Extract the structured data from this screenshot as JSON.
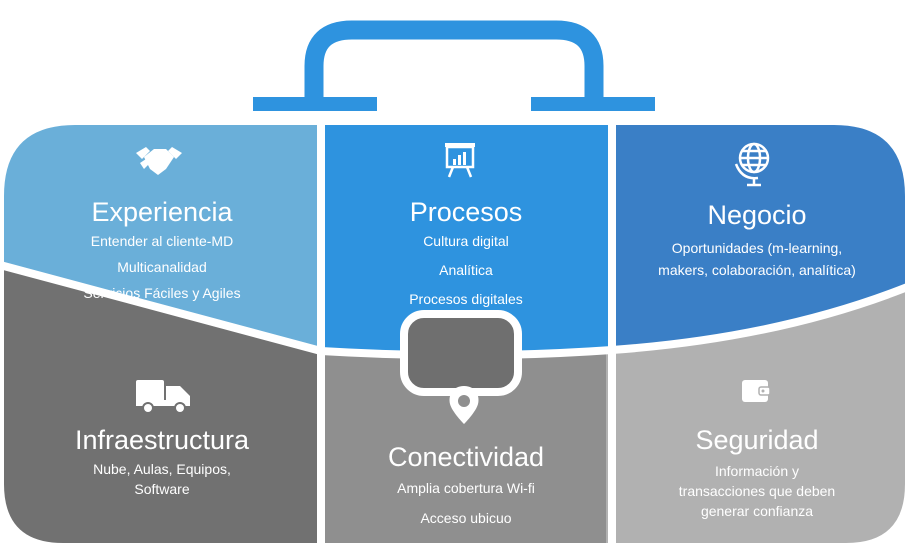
{
  "colors": {
    "experiencia": "#6aafd9",
    "procesos": "#2e93df",
    "negocio": "#3a7fc6",
    "infraestructura": "#717171",
    "conectividad": "#8f8f8f",
    "seguridad": "#b1b1b1",
    "handle": "#2e93df",
    "divider": "#ffffff"
  },
  "panels": {
    "experiencia": {
      "icon": "handshake-icon",
      "title": "Experiencia",
      "items": [
        "Entender al cliente-MD",
        "Multicanalidad",
        "Servicios Fáciles y Agiles"
      ]
    },
    "procesos": {
      "icon": "presentation-chart-icon",
      "title": "Procesos",
      "items": [
        "Cultura digital",
        "Analítica",
        "Procesos digitales"
      ]
    },
    "negocio": {
      "icon": "globe-icon",
      "title": "Negocio",
      "items": [
        "Oportunidades (m-learning,",
        "makers, colaboración, analítica)"
      ]
    },
    "infraestructura": {
      "icon": "truck-icon",
      "title": "Infraestructura",
      "items": [
        "Nube, Aulas, Equipos,",
        "Software"
      ]
    },
    "conectividad": {
      "icon": "location-pin-icon",
      "title": "Conectividad",
      "items": [
        "Amplia cobertura Wi-fi",
        "Acceso ubicuo"
      ]
    },
    "seguridad": {
      "icon": "wallet-icon",
      "title": "Seguridad",
      "items": [
        "Información y",
        "transacciones que deben",
        "generar confianza"
      ]
    }
  }
}
